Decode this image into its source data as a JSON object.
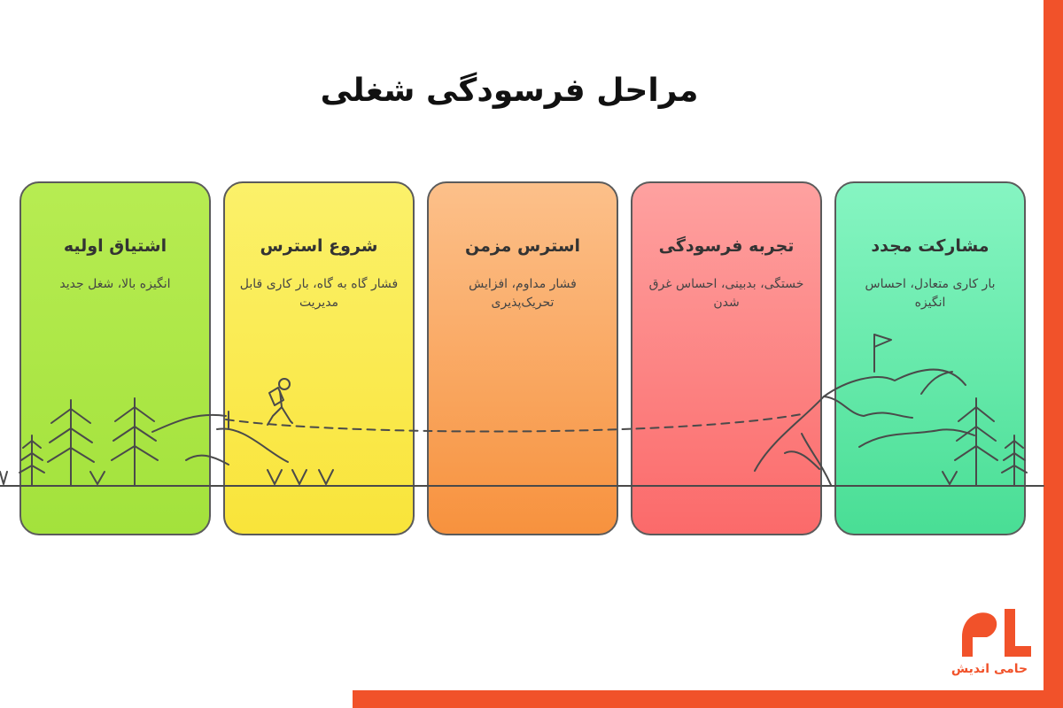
{
  "title": "مراحل فرسودگی شغلی",
  "stages": [
    {
      "title": "اشتیاق اولیه",
      "description": "انگیزه بالا، شغل جدید",
      "color_top": "#b7ec52",
      "color_bottom": "#a3e23c"
    },
    {
      "title": "شروع استرس",
      "description": "فشار گاه به گاه، بار کاری قابل مدیریت",
      "color_top": "#fbf16a",
      "color_bottom": "#f9e43a"
    },
    {
      "title": "استرس مزمن",
      "description": "فشار مداوم، افزایش تحریک‌پذیری",
      "color_top": "#fcc08a",
      "color_bottom": "#f7923e"
    },
    {
      "title": "تجربه فرسودگی",
      "description": "خستگی، بدبینی، احساس غرق شدن",
      "color_top": "#fea1a0",
      "color_bottom": "#fb6a6a"
    },
    {
      "title": "مشارکت مجدد",
      "description": "بار کاری متعادل، احساس انگیزه",
      "color_top": "#86f5c2",
      "color_bottom": "#49de95"
    }
  ],
  "brand": {
    "name": "حامی اندیش",
    "color": "#f1522a"
  }
}
